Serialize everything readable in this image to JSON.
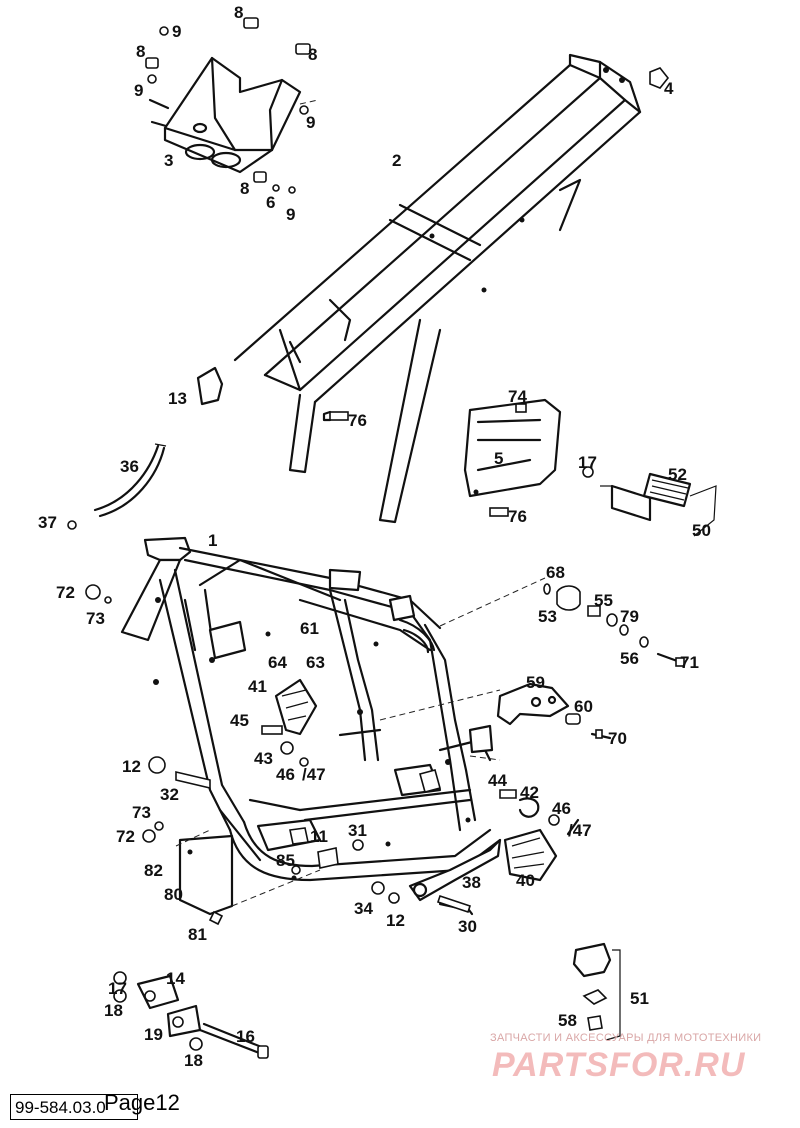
{
  "document": {
    "code": "99-584.03.0",
    "page_label": "Page12"
  },
  "watermark": {
    "tagline": "ЗАПЧАСТИ И АКСЕССУАРЫ ДЛЯ МОТОТЕХНИКИ",
    "brand": "PARTSFOR.RU",
    "color": "#e05050"
  },
  "callouts": [
    {
      "id": "c-8a",
      "text": "8"
    },
    {
      "id": "c-9a",
      "text": "9"
    },
    {
      "id": "c-8b",
      "text": "8"
    },
    {
      "id": "c-8c",
      "text": "8"
    },
    {
      "id": "c-9b",
      "text": "9"
    },
    {
      "id": "c-9c",
      "text": "9"
    },
    {
      "id": "c-3",
      "text": "3"
    },
    {
      "id": "c-8d",
      "text": "8"
    },
    {
      "id": "c-6",
      "text": "6"
    },
    {
      "id": "c-9d",
      "text": "9"
    },
    {
      "id": "c-4",
      "text": "4"
    },
    {
      "id": "c-2",
      "text": "2"
    },
    {
      "id": "c-13",
      "text": "13"
    },
    {
      "id": "c-76a",
      "text": "76"
    },
    {
      "id": "c-74",
      "text": "74"
    },
    {
      "id": "c-5",
      "text": "5"
    },
    {
      "id": "c-76b",
      "text": "76"
    },
    {
      "id": "c-17a",
      "text": "17"
    },
    {
      "id": "c-52",
      "text": "52"
    },
    {
      "id": "c-50",
      "text": "50"
    },
    {
      "id": "c-36",
      "text": "36"
    },
    {
      "id": "c-37",
      "text": "37"
    },
    {
      "id": "c-1",
      "text": "1"
    },
    {
      "id": "c-72a",
      "text": "72"
    },
    {
      "id": "c-73a",
      "text": "73"
    },
    {
      "id": "c-68",
      "text": "68"
    },
    {
      "id": "c-53",
      "text": "53"
    },
    {
      "id": "c-55",
      "text": "55"
    },
    {
      "id": "c-79",
      "text": "79"
    },
    {
      "id": "c-56",
      "text": "56"
    },
    {
      "id": "c-71",
      "text": "71"
    },
    {
      "id": "c-61",
      "text": "61"
    },
    {
      "id": "c-64",
      "text": "64"
    },
    {
      "id": "c-63",
      "text": "63"
    },
    {
      "id": "c-41",
      "text": "41"
    },
    {
      "id": "c-59",
      "text": "59"
    },
    {
      "id": "c-60",
      "text": "60"
    },
    {
      "id": "c-70",
      "text": "70"
    },
    {
      "id": "c-45",
      "text": "45"
    },
    {
      "id": "c-43",
      "text": "43"
    },
    {
      "id": "c-46a",
      "text": "46"
    },
    {
      "id": "c-47a",
      "text": "/47"
    },
    {
      "id": "c-12a",
      "text": "12"
    },
    {
      "id": "c-32",
      "text": "32"
    },
    {
      "id": "c-44",
      "text": "44"
    },
    {
      "id": "c-42",
      "text": "42"
    },
    {
      "id": "c-46b",
      "text": "46"
    },
    {
      "id": "c-47b",
      "text": "/47"
    },
    {
      "id": "c-73b",
      "text": "73"
    },
    {
      "id": "c-72b",
      "text": "72"
    },
    {
      "id": "c-11",
      "text": "11"
    },
    {
      "id": "c-31",
      "text": "31"
    },
    {
      "id": "c-82",
      "text": "82"
    },
    {
      "id": "c-85",
      "text": "85"
    },
    {
      "id": "c-80",
      "text": "80"
    },
    {
      "id": "c-38",
      "text": "38"
    },
    {
      "id": "c-40",
      "text": "40"
    },
    {
      "id": "c-34",
      "text": "34"
    },
    {
      "id": "c-12b",
      "text": "12"
    },
    {
      "id": "c-30",
      "text": "30"
    },
    {
      "id": "c-81",
      "text": "81"
    },
    {
      "id": "c-17b",
      "text": "17"
    },
    {
      "id": "c-14",
      "text": "14"
    },
    {
      "id": "c-18a",
      "text": "18"
    },
    {
      "id": "c-19",
      "text": "19"
    },
    {
      "id": "c-16",
      "text": "16"
    },
    {
      "id": "c-18b",
      "text": "18"
    },
    {
      "id": "c-51",
      "text": "51"
    },
    {
      "id": "c-58",
      "text": "58"
    }
  ]
}
